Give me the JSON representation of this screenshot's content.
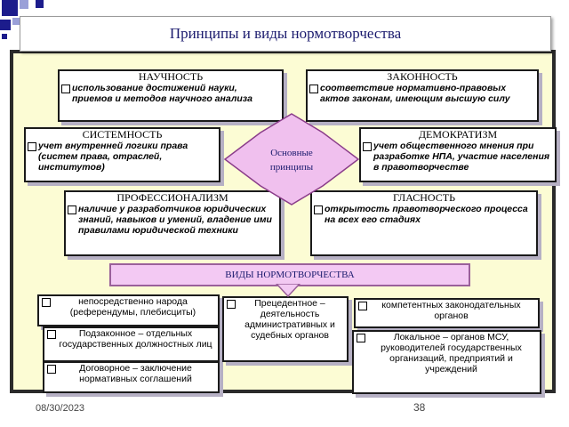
{
  "title": "Принципы и виды нормотворчества",
  "center_label": "Основные принципы",
  "principles": [
    {
      "head": "НАУЧНОСТЬ",
      "body": "использование достижений науки, приемов и методов научного анализа"
    },
    {
      "head": "ЗАКОННОСТЬ",
      "body": "соответствие нормативно-правовых актов законам, имеющим высшую силу"
    },
    {
      "head": "СИСТЕМНОСТЬ",
      "body": "учет внутренней логики права (систем права, отраслей, институтов)"
    },
    {
      "head": "ДЕМОКРАТИЗМ",
      "body": "учет общественного мнения при разработке НПА, участие населения в правотворчестве"
    },
    {
      "head": "ПРОФЕССИОНАЛИЗМ",
      "body": "наличие у разработчиков юридических знаний, навыков и умений, владение ими правилами юридической техники"
    },
    {
      "head": "ГЛАСНОСТЬ",
      "body": "открытость правотворческого процесса на всех его стадиях"
    }
  ],
  "types_label": "ВИДЫ НОРМОТВОРЧЕСТВА",
  "types": [
    "непосредственно народа (референдумы, плебисциты)",
    "Подзаконное – отдельных государственных должностных лиц",
    "Договорное – заключение нормативных соглашений",
    "Прецедентное – деятельность административных и судебных органов",
    "компетентных законодательных органов",
    "Локальное – органов МСУ, руководителей государственных организаций, предприятий и учреждений"
  ],
  "footer": {
    "date": "08/30/2023",
    "page": "38"
  },
  "colors": {
    "panel": "#fcfcd4",
    "center_star": "#f0c0ee",
    "types_bar": "#f3c9f3",
    "accent": "#1c1c8c"
  }
}
